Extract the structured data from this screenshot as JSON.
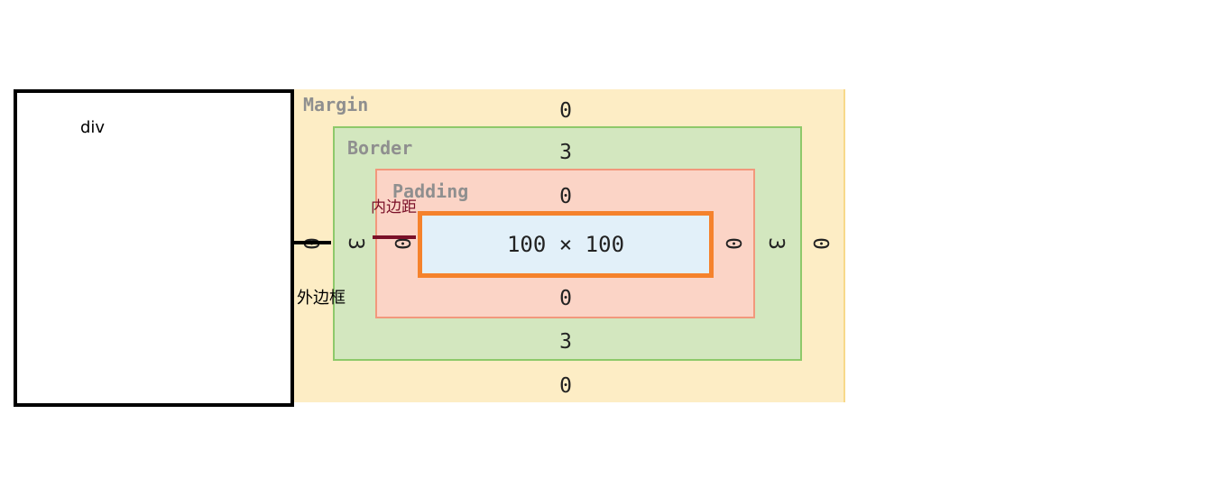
{
  "div_box": {
    "label": "div"
  },
  "box_model": {
    "margin": {
      "label": "Margin",
      "top": "0",
      "right": "0",
      "bottom": "0",
      "left": "0"
    },
    "border": {
      "label": "Border",
      "top": "3",
      "right": "3",
      "bottom": "3",
      "left": "3"
    },
    "padding": {
      "label": "Padding",
      "top": "0",
      "right": "0",
      "bottom": "0",
      "left": "0"
    },
    "content": {
      "size": "100 × 100"
    }
  },
  "annotations": {
    "outer_border": "外边框",
    "inner_padding": "内边距"
  },
  "colors": {
    "margin": "#fdedc5",
    "border": "#d3e7bf",
    "padding": "#fbd4c6",
    "content": "#e2f0f9",
    "content_border": "#f5822c",
    "padding_annotation": "#7a1028"
  }
}
